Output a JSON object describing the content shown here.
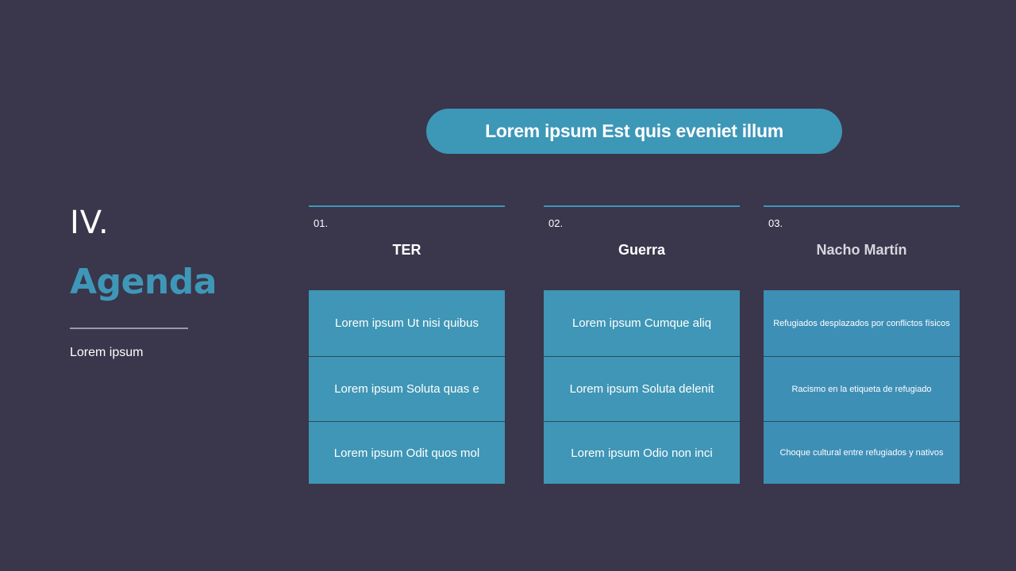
{
  "section": {
    "number": "IV.",
    "title": "Agenda",
    "subtitle": "Lorem ipsum"
  },
  "banner": {
    "text": "Lorem ipsum Est quis eveniet illum"
  },
  "columns": [
    {
      "number": "01.",
      "title": "TER",
      "items": [
        "Lorem ipsum Ut nisi quibus",
        "Lorem ipsum Soluta quas e",
        "Lorem ipsum Odit quos mol"
      ]
    },
    {
      "number": "02.",
      "title": "Guerra",
      "items": [
        "Lorem ipsum Cumque aliq",
        "Lorem ipsum Soluta delenit",
        "Lorem ipsum Odio non inci"
      ]
    },
    {
      "number": "03.",
      "title": "Nacho Martín",
      "items": [
        "Refugiados desplazados por conflictos físicos",
        "Racismo en la etiqueta de refugiado",
        "Choque cultural entre refugiados y nativos"
      ]
    }
  ],
  "colors": {
    "background": "#3a364b",
    "accent": "#3d97b7",
    "title_accent": "#3f97b8"
  }
}
